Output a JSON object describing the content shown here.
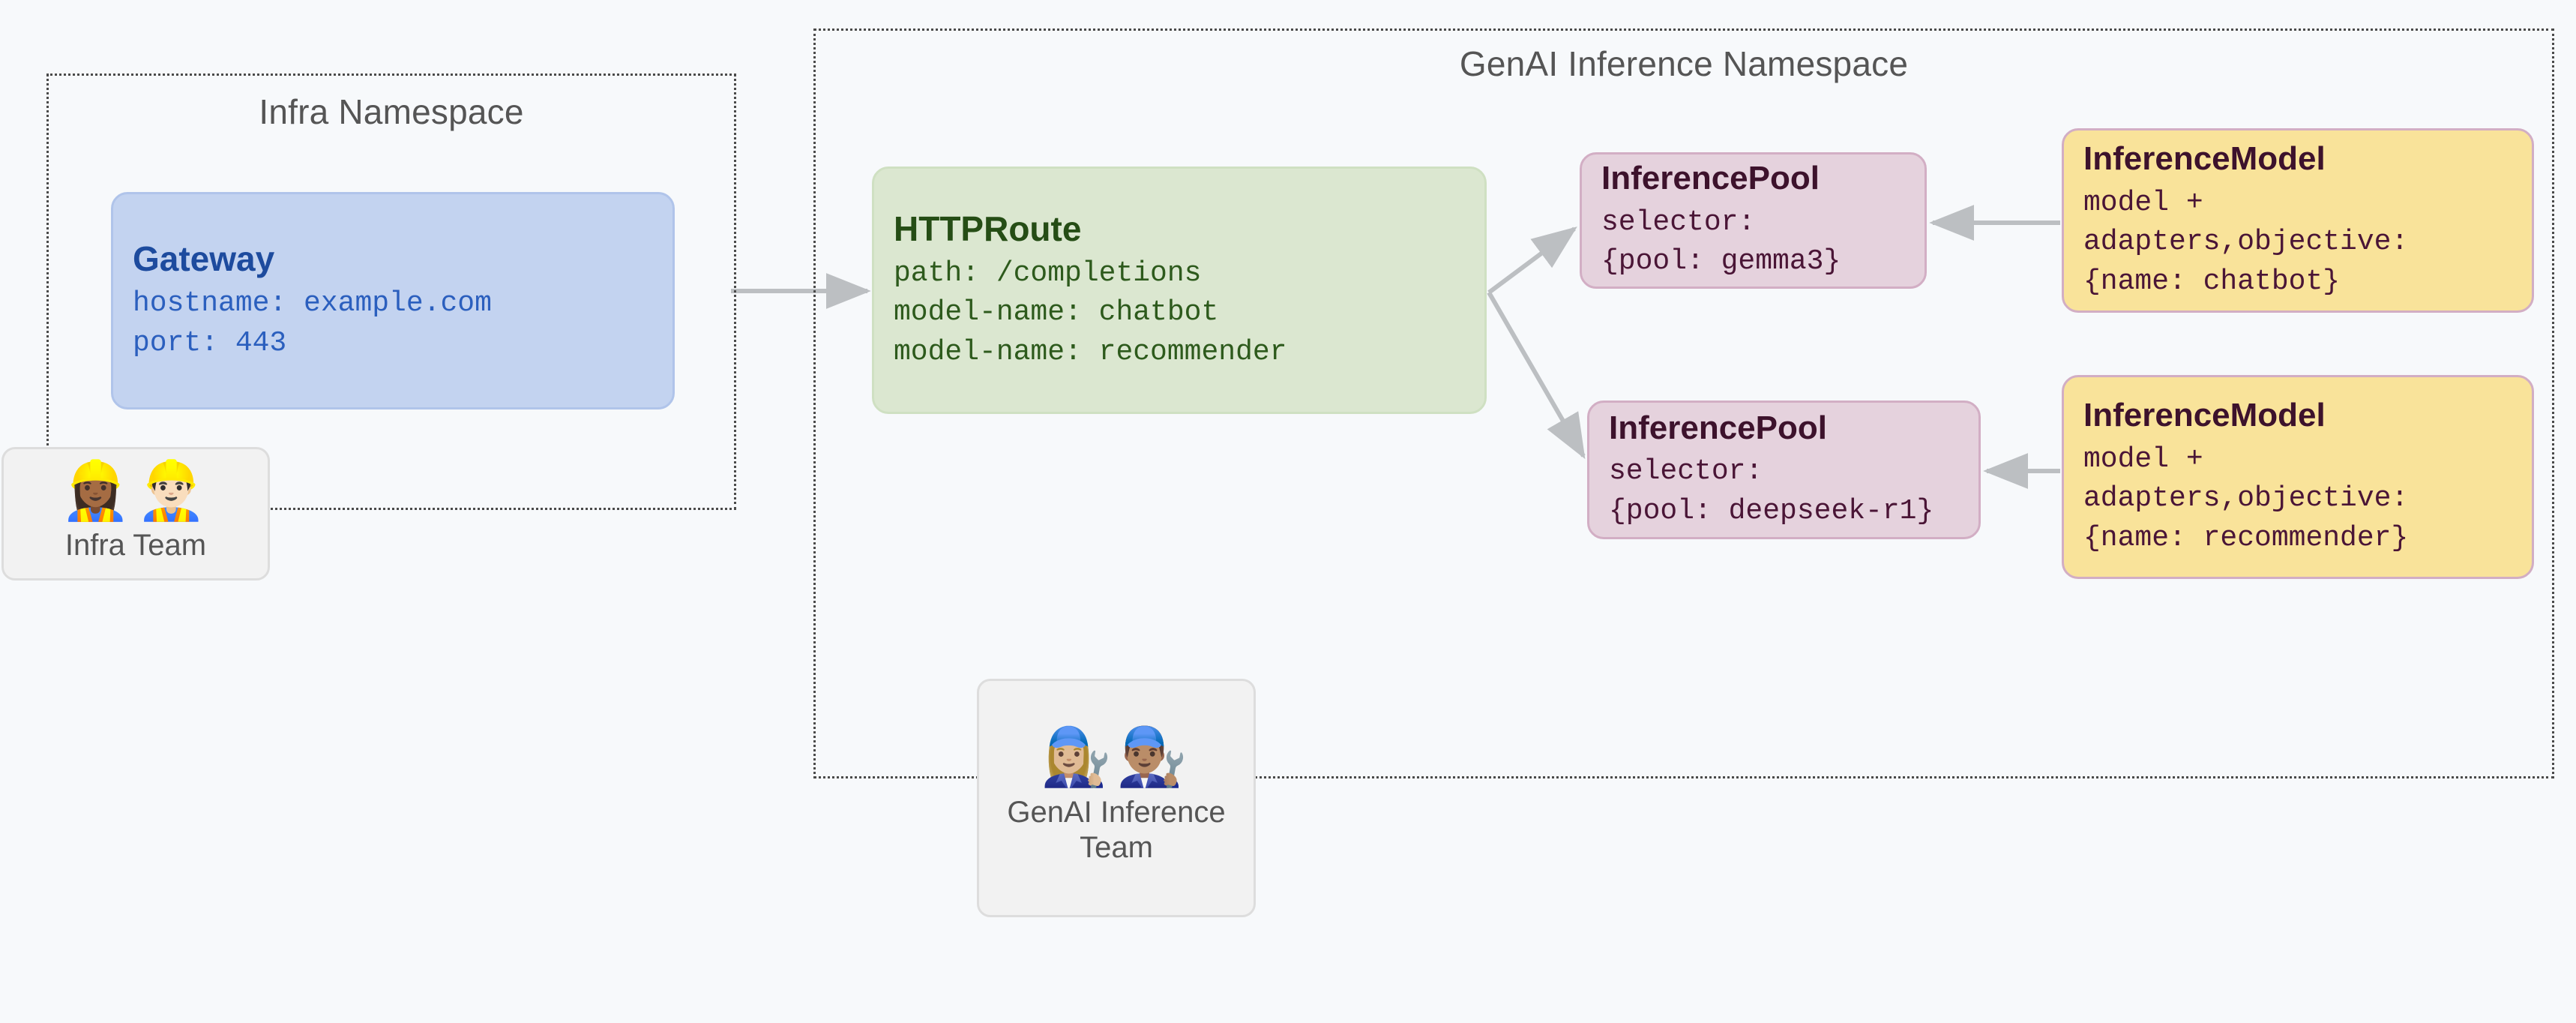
{
  "diagram": {
    "title_infra_namespace": "Infra Namespace",
    "title_genai_namespace": "GenAI Inference Namespace"
  },
  "nodes": {
    "gateway": {
      "title": "Gateway",
      "line1": "hostname: example.com",
      "line2": "port: 443"
    },
    "httproute": {
      "title": "HTTPRoute",
      "line1": "path: /completions",
      "line2": "model-name: chatbot",
      "line3": "model-name: recommender"
    },
    "pool_gemma3": {
      "title": "InferencePool",
      "line1": "selector:",
      "line2": "{pool: gemma3}"
    },
    "pool_deepseek": {
      "title": "InferencePool",
      "line1": "selector:",
      "line2": "{pool: deepseek-r1}"
    },
    "model_chatbot": {
      "title": "InferenceModel",
      "line1": "model +",
      "line2": "adapters,objective:",
      "line3": "{name: chatbot}"
    },
    "model_recommender": {
      "title": "InferenceModel",
      "line1": "model +",
      "line2": "adapters,objective:",
      "line3": "{name: recommender}"
    }
  },
  "teams": {
    "infra": {
      "emoji": "👷🏾‍♀️👷🏻‍♂️",
      "label": "Infra Team"
    },
    "genai": {
      "emoji": "👩🏼‍🔧👨🏽‍🔧",
      "label": "GenAI Inference Team"
    }
  },
  "colors": {
    "background": "#f7f9fb",
    "gateway_fill": "#c3d3f0",
    "gateway_text": "#1d4b9e",
    "httproute_fill": "#dbe7d0",
    "httproute_text": "#254d15",
    "pool_fill": "#e5d2dd",
    "pool_border": "#d2aec4",
    "pool_text": "#3d122c",
    "model_fill": "#f9e39a",
    "model_border": "#d2aec4",
    "model_text": "#3d122c",
    "namespace_border": "#4a4a4a",
    "namespace_title": "#555555",
    "arrow": "#bcbfc2"
  },
  "edges": [
    {
      "name": "gateway-to-httproute",
      "from": "Gateway",
      "to": "HTTPRoute"
    },
    {
      "name": "httproute-to-pool-gemma3",
      "from": "HTTPRoute",
      "to": "InferencePool {pool: gemma3}"
    },
    {
      "name": "httproute-to-pool-deepseek",
      "from": "HTTPRoute",
      "to": "InferencePool {pool: deepseek-r1}"
    },
    {
      "name": "model-chatbot-to-pool-gemma3",
      "from": "InferenceModel {name: chatbot}",
      "to": "InferencePool {pool: gemma3}"
    },
    {
      "name": "model-recommender-to-pool-deepseek",
      "from": "InferenceModel {name: recommender}",
      "to": "InferencePool {pool: deepseek-r1}"
    }
  ]
}
